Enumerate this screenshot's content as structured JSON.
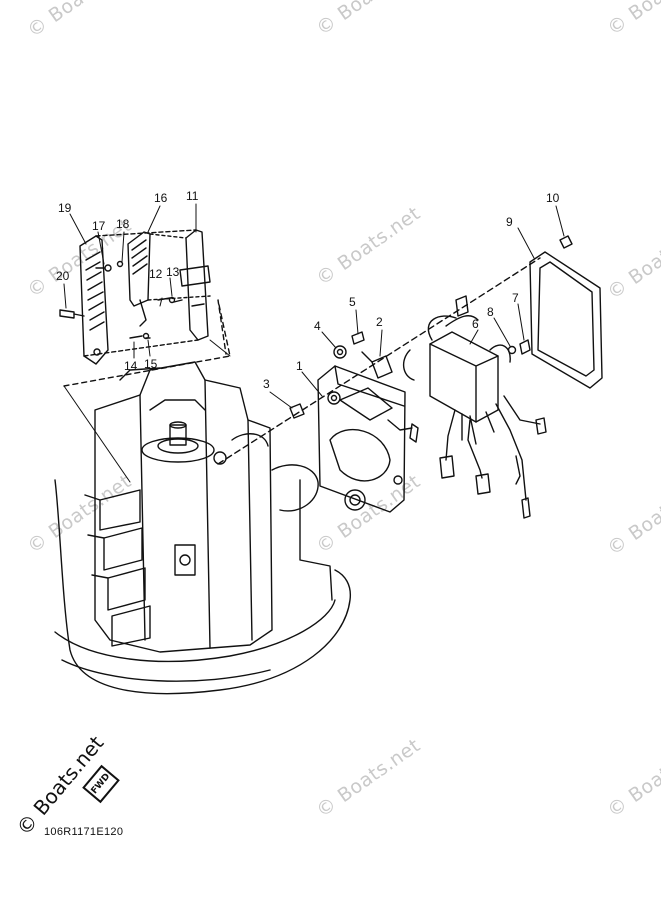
{
  "watermark": "© Boats.net",
  "brand": "© Boats.net",
  "fwd_label": "FWD",
  "part_code": "106R1171E120",
  "callouts": [
    "1",
    "2",
    "3",
    "4",
    "5",
    "6",
    "7",
    "8",
    "9",
    "10",
    "11",
    "12",
    "13",
    "14",
    "15",
    "16",
    "17",
    "18",
    "19",
    "20"
  ]
}
